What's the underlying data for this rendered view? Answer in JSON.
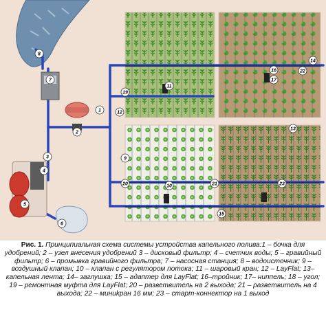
{
  "figure": {
    "caption_label": "Рис. 1.",
    "caption_text": "Принципиальная схема системы устройства капельного полива:1 – бочка для удобрений; 2 – узел внесения удобрений 3 – дисковый фильтр; 4 – счетчик воды; 5 – гравийный фильтр; 6 – промывка гравийного фильтра; 7 – насосная станция; 8 – водоисточник; 9 – воздушный клапан; 10 – клапан с регулятором потока; 11 – шаровый кран; 12 – LayFlat; 13–капельная лента; 14– заглушка; 15 – адаптер для LayFlat; 16–тройник; 17– ниппель; 18 – угол; 19 – ремонтная муфта для LayFlat; 20 – разветвитель на 2 выхода; 21 – разветвитель на 4 выхода; 22 – миниkран 16 мм; 23 – старт-коннектор на 1 выход"
  },
  "callouts": [
    "1",
    "2",
    "3",
    "4",
    "5",
    "6",
    "7",
    "8",
    "9",
    "10",
    "11",
    "12",
    "13",
    "14",
    "15",
    "16",
    "17",
    "19",
    "20",
    "21",
    "22",
    "23"
  ],
  "colors": {
    "background": "#f1e0d4",
    "water": "#6f8fae",
    "pipe": "#2a46b8",
    "plot_green": "#a9c07a",
    "plot_soil": "#b79a73",
    "plant": "#3f8a2e",
    "barrel": "#e07a6a",
    "pump": "#cc3a2e"
  }
}
